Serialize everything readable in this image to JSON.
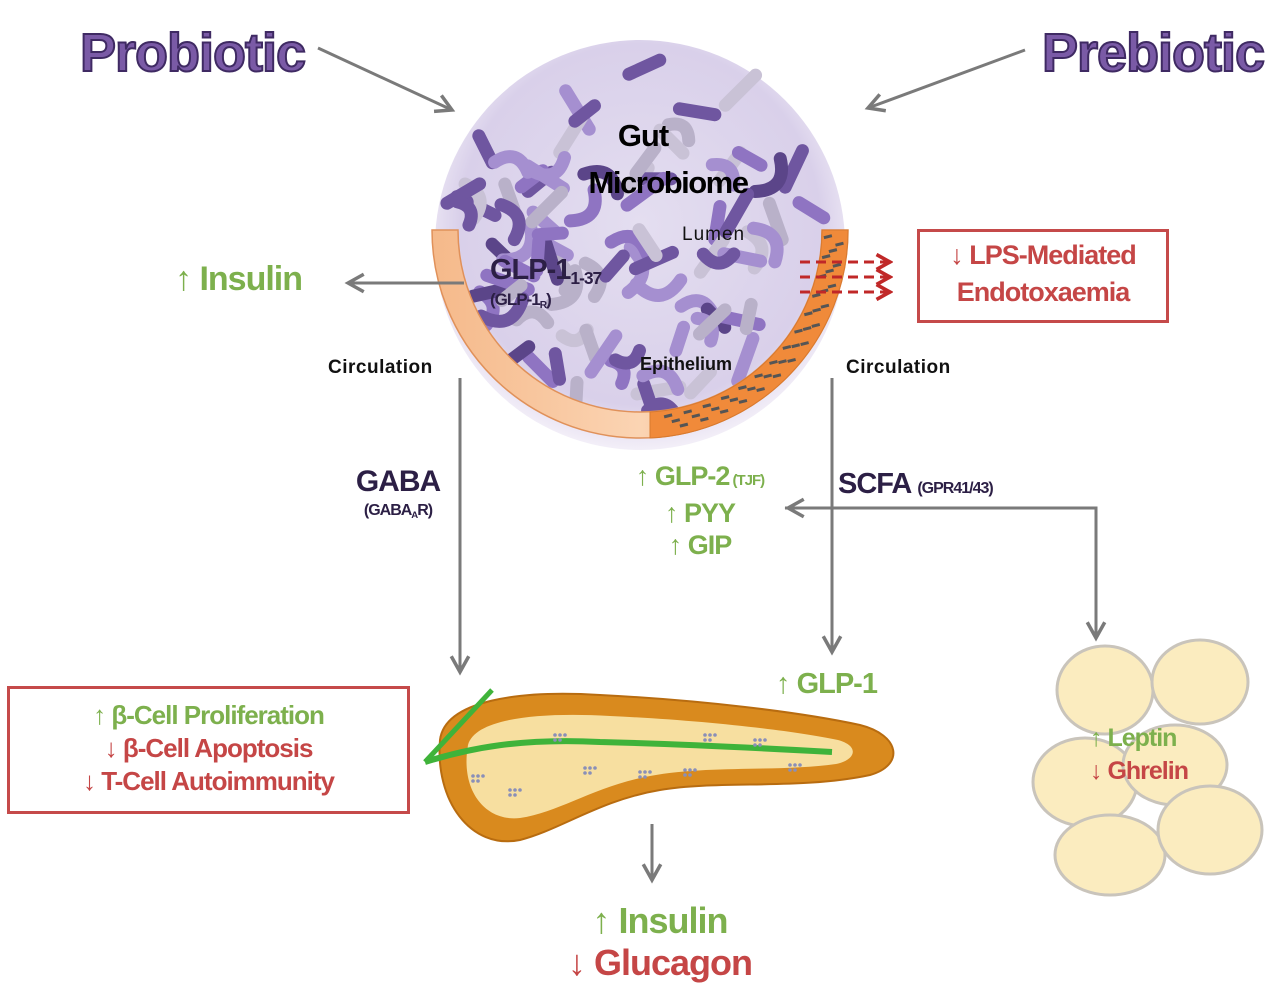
{
  "diagram": {
    "inputs": {
      "left": "Probiotic",
      "right": "Prebiotic"
    },
    "gut": {
      "title_line1": "Gut",
      "title_line2": "Microbiome",
      "lumen": "Lumen",
      "epithelium": "Epithelium",
      "glp1_main": "GLP-1",
      "glp1_sub": "1-37",
      "glp1_receptor_main": "(GLP-1",
      "glp1_receptor_sub": "R",
      "glp1_receptor_close": ")"
    },
    "circulation": {
      "left": "Circulation",
      "right": "Circulation"
    },
    "effects": {
      "insulin_top": {
        "arrow": "↑",
        "text": "Insulin"
      },
      "lps_box": {
        "arrow": "↓",
        "line1": "LPS-Mediated",
        "line2": "Endotoxaemia"
      },
      "gaba": {
        "main": "GABA",
        "receptor_main": "(GABA",
        "receptor_sub": "A",
        "receptor_close": "R)"
      },
      "scfa": {
        "main": "SCFA",
        "receptor": "(GPR41/43)"
      },
      "hormones": [
        {
          "arrow": "↑",
          "text": "GLP-2",
          "note": "(TJF)"
        },
        {
          "arrow": "↑",
          "text": "PYY",
          "note": ""
        },
        {
          "arrow": "↑",
          "text": "GIP",
          "note": ""
        }
      ],
      "glp1_pancreas": {
        "arrow": "↑",
        "text": "GLP-1"
      },
      "beta_box": [
        {
          "arrow": "↑",
          "text": "β-Cell Proliferation",
          "tone": "green"
        },
        {
          "arrow": "↓",
          "text": "β-Cell Apoptosis",
          "tone": "red"
        },
        {
          "arrow": "↓",
          "text": "T-Cell Autoimmunity",
          "tone": "red"
        }
      ],
      "adipose": [
        {
          "arrow": "↑",
          "text": "Leptin",
          "tone": "green"
        },
        {
          "arrow": "↓",
          "text": "Ghrelin",
          "tone": "red"
        }
      ],
      "pancreas_output": [
        {
          "arrow": "↑",
          "text": "Insulin",
          "tone": "green"
        },
        {
          "arrow": "↓",
          "text": "Glucagon",
          "tone": "red"
        }
      ]
    },
    "colors": {
      "title_purple": "#7a5aa6",
      "dark_purple": "#2c1f45",
      "increase_green": "#7db04d",
      "decrease_red": "#c54646",
      "arrow_gray": "#7a7a7a",
      "epithelium_orange": "#f0a060",
      "pancreas_orange": "#d98a1e",
      "adipocyte_yellow": "#fbecbf"
    }
  }
}
